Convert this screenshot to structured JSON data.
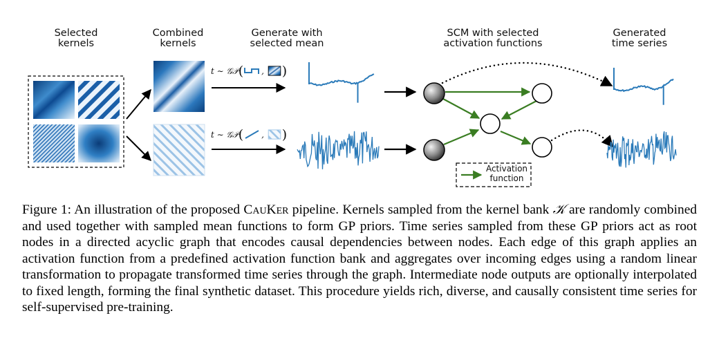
{
  "figure": {
    "headers": {
      "selected_kernels": "Selected\nkernels",
      "combined_kernels": "Combined\nkernels",
      "generate": "Generate with\nselected mean",
      "scm": "SCM with selected\nactivation functions",
      "generated": "Generated\ntime series"
    },
    "math_prefix": "t ∼ 𝒢𝒫",
    "legend": {
      "activation": "Activation\nfunction"
    },
    "colors": {
      "kernel_blue": "#1f5fa8",
      "series_blue": "#2a7ab9",
      "edge_green": "#3a7d22",
      "arrow": "#000000"
    }
  },
  "caption": {
    "label": "Figure 1:",
    "text_1": " An illustration of the proposed ",
    "name": "CauKer",
    "text_2": " pipeline. Kernels sampled from the kernel bank ",
    "symbol": "𝒦",
    "text_3": " are randomly combined and used together with sampled mean functions to form GP priors. Time series sampled from these GP priors act as root nodes in a directed acyclic graph that encodes causal dependencies between nodes. Each edge of this graph applies an activation function from a predefined activation function bank and aggregates over incoming edges using a random linear transformation to propagate transformed time series through the graph. Intermediate node outputs are optionally interpolated to fixed length, forming the final synthetic dataset. This procedure yields rich, diverse, and causally consistent time series for self-supervised pre-training."
  }
}
